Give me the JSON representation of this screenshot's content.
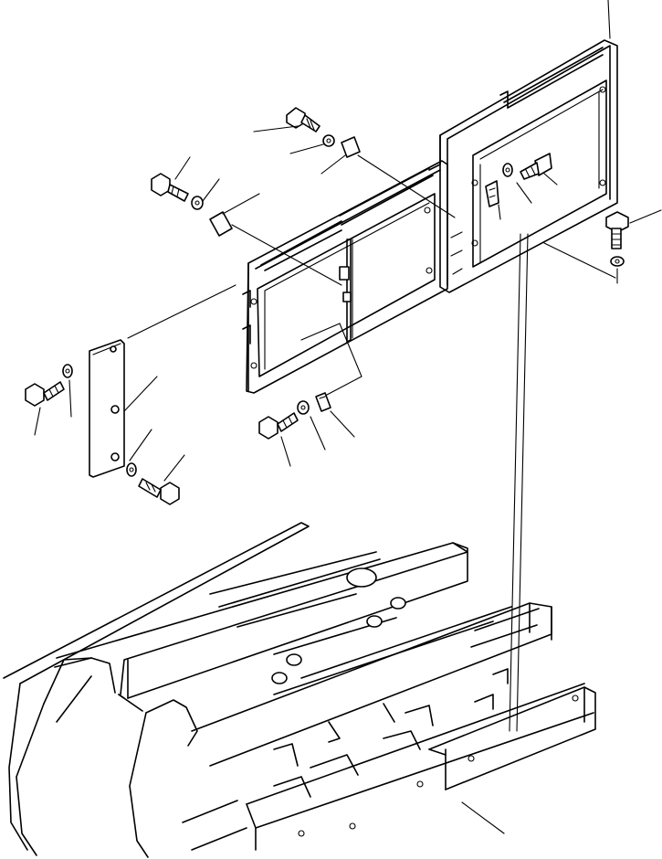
{
  "drawing": {
    "parts": [
      {
        "id": "panel-large",
        "kind": "panel"
      },
      {
        "id": "panel-small",
        "kind": "panel"
      },
      {
        "id": "spacer-plate",
        "kind": "plate"
      },
      {
        "id": "latch-upper",
        "kind": "latch"
      },
      {
        "id": "latch-lower",
        "kind": "latch"
      },
      {
        "id": "gasket-left",
        "kind": "pad"
      },
      {
        "id": "gasket-top",
        "kind": "pad"
      },
      {
        "id": "bolt",
        "kind": "fastener"
      },
      {
        "id": "washer",
        "kind": "fastener"
      },
      {
        "id": "frame",
        "kind": "chassis"
      }
    ],
    "line_color": "#000000",
    "background": "#ffffff"
  }
}
